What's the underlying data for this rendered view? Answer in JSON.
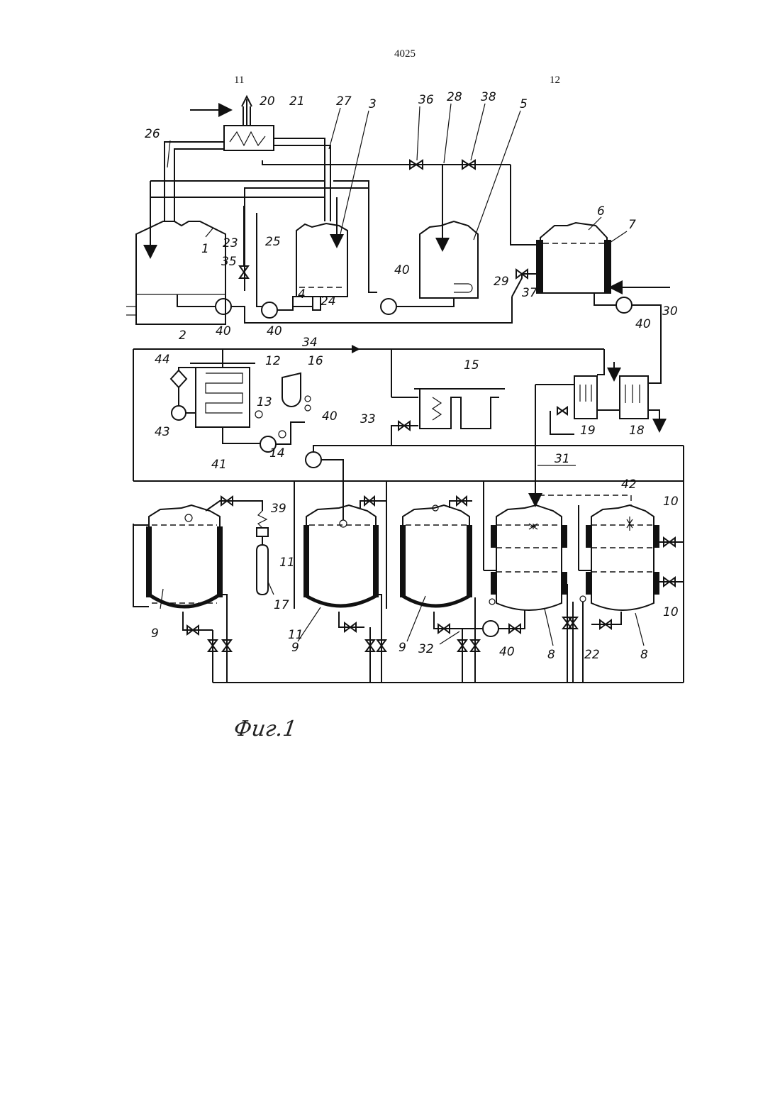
{
  "header": {
    "page_number": "4025",
    "column_left": "11",
    "column_right": "12"
  },
  "figure": {
    "caption": "Фиг.1",
    "labels": [
      "1",
      "2",
      "3",
      "4",
      "5",
      "6",
      "7",
      "8",
      "8",
      "9",
      "9",
      "9",
      "10",
      "10",
      "11",
      "11",
      "12",
      "13",
      "14",
      "15",
      "16",
      "17",
      "18",
      "19",
      "20",
      "21",
      "22",
      "23",
      "24",
      "25",
      "26",
      "27",
      "28",
      "29",
      "30",
      "31",
      "32",
      "33",
      "34",
      "35",
      "36",
      "37",
      "38",
      "39",
      "40",
      "40",
      "40",
      "40",
      "40",
      "40",
      "41",
      "42",
      "43",
      "44"
    ]
  }
}
